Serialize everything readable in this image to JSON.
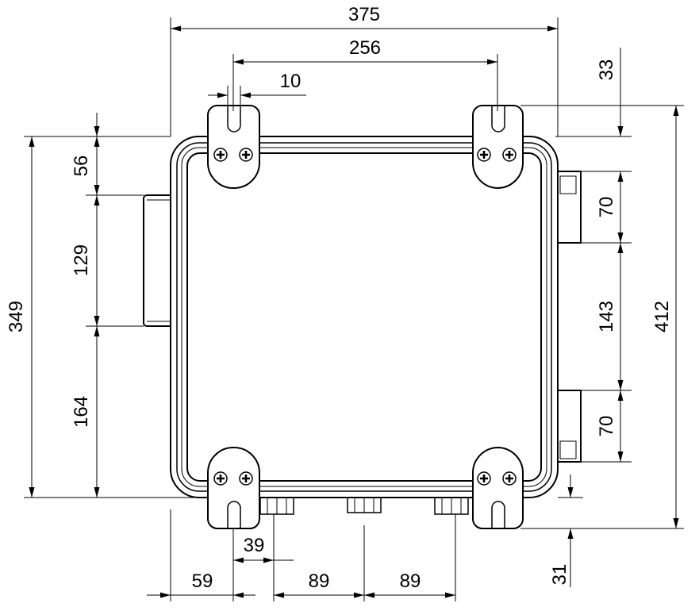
{
  "dimensions": {
    "overall_width": "375",
    "mount_spacing": "256",
    "slot_width": "10",
    "top_offset": "33",
    "left_top_offset": "56",
    "side_port_height": "129",
    "left_bottom_offset": "164",
    "left_total": "349",
    "right_port_upper": "70",
    "right_port_gap": "143",
    "right_port_lower": "70",
    "right_total": "412",
    "bottom_port_spacing": "39",
    "bottom_left_offset": "59",
    "bottom_gap_1": "89",
    "bottom_gap_2": "89",
    "bottom_offset": "31"
  }
}
